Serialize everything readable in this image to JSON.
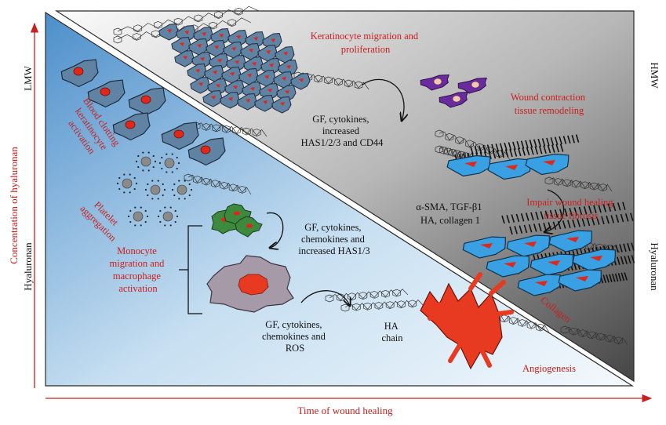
{
  "axes": {
    "y_label": "Concentration of hyaluronan",
    "x_label": "Time of wound healing"
  },
  "side_labels": {
    "left_top": "LMW",
    "left_bottom": "Hyaluronan",
    "right_top": "HMW",
    "right_bottom": "Hyaluronan"
  },
  "left_panel": {
    "blood_clotting": [
      "Blood clotting",
      "keratinocyte",
      "activation"
    ],
    "platelet": [
      "Platelet",
      "aggregation"
    ],
    "monocyte": [
      "Monocyte",
      "migration and",
      "macrophage",
      "activation"
    ],
    "signals_1": [
      "GF, cytokines,",
      "chemokines and",
      "increased HAS1/3"
    ],
    "signals_2": [
      "GF, cytokines,",
      "chemokines and",
      "ROS"
    ],
    "ha_chain": [
      "HA",
      "chain"
    ],
    "angiogenesis": "Angiogenesis"
  },
  "right_panel": {
    "keratinocyte": [
      "Keratinocyte migration and",
      "proliferation"
    ],
    "signals_1": [
      "GF, cytokines,",
      "increased",
      "HAS1/2/3 and CD44"
    ],
    "wound_contraction": [
      "Wound contraction",
      "tissue remodeling"
    ],
    "signals_2": [
      "α-SMA, TGF-β1",
      "HA, collagen 1"
    ],
    "impair": [
      "Impair wound healing",
      "tissue fibrosis"
    ],
    "collagen": "Collagen"
  },
  "colors": {
    "label_red": "#c8201e",
    "left_bg_light": "#f2f8fd",
    "left_bg_dark": "#4f91cc",
    "right_bg_light": "#f4f4f4",
    "right_bg_dark": "#4a4a4a",
    "cell_blue": "#6082a3",
    "cell_bright_blue": "#39a1e3",
    "nucleus_red": "#e0281a",
    "vessel_red": "#e83a20",
    "cell_green": "#3d8a3e",
    "macrophage_purple": "#a79aa8",
    "fibroblast_purple": "#6a2aa0"
  }
}
